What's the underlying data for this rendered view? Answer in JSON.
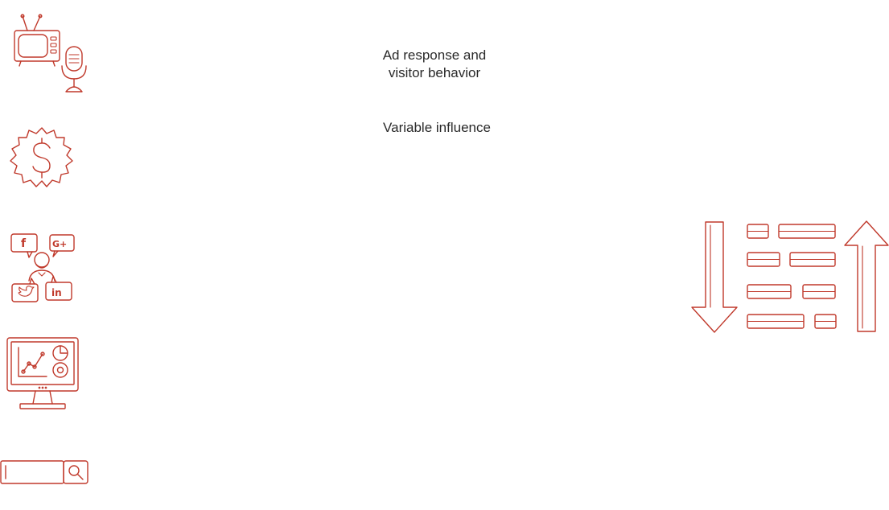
{
  "colors": {
    "accent": "#c0392b",
    "text": "#2a2a2a",
    "background": "#ffffff"
  },
  "labels": {
    "ad_response_line1": "Ad response and",
    "ad_response_line2": "visitor behavior",
    "variable_influence": "Variable influence"
  },
  "icons": {
    "media": "tv-and-microphone-icon",
    "money": "dollar-gear-icon",
    "social": "social-media-person-icon",
    "analytics": "analytics-monitor-icon",
    "search": "search-bar-icon",
    "sorting": "sort-arrows-list-icon"
  },
  "social_glyphs": {
    "facebook": "f",
    "google_plus": "G+",
    "linkedin": "in"
  }
}
